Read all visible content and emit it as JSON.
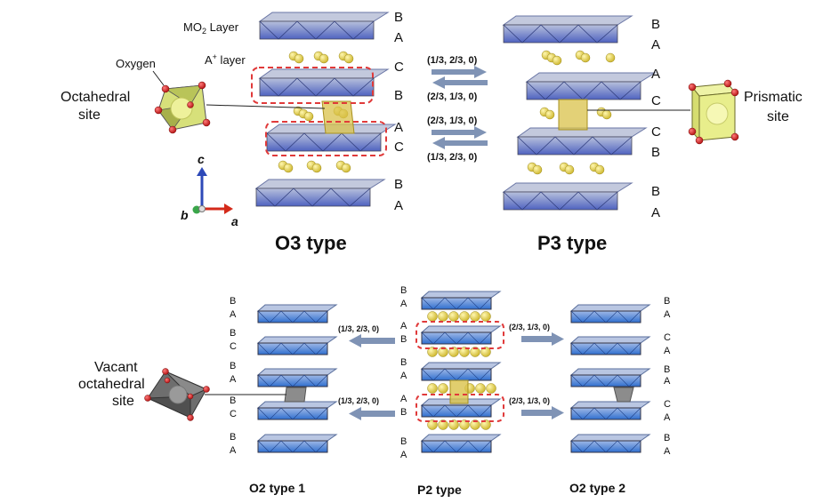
{
  "top": {
    "o3": {
      "title": "O3 type",
      "labels": [
        "B",
        "A",
        "C",
        "B",
        "A",
        "C",
        "B",
        "A"
      ],
      "mo2_label": "MO",
      "mo2_sub": "2",
      "mo2_tail": " Layer",
      "a_label": "A",
      "a_sup": "+",
      "a_tail": " layer",
      "oxygen_label": "Oxygen",
      "site_line1": "Octahedral",
      "site_line2": "site",
      "axes": {
        "c": "c",
        "b": "b",
        "a": "a"
      }
    },
    "p3": {
      "title": "P3 type",
      "labels": [
        "B",
        "A",
        "A",
        "C",
        "C",
        "B",
        "B",
        "A"
      ],
      "site_line1": "Prismatic",
      "site_line2": "site"
    },
    "arrows": [
      "(1/3, 2/3, 0)",
      "(2/3, 1/3, 0)",
      "(2/3, 1/3, 0)",
      "(1/3, 2/3, 0)"
    ]
  },
  "bottom": {
    "o2_1": {
      "title": "O2 type 1",
      "labels": [
        "B",
        "A",
        "B",
        "C",
        "B",
        "A",
        "B",
        "C",
        "B",
        "A"
      ],
      "site_line1": "Vacant",
      "site_line2": "octahedral",
      "site_line3": "site"
    },
    "p2": {
      "title": "P2 type",
      "labels": [
        "B",
        "A",
        "A",
        "B",
        "B",
        "A",
        "A",
        "B",
        "B",
        "A"
      ]
    },
    "o2_2": {
      "title": "O2 type 2",
      "labels": [
        "B",
        "A",
        "C",
        "A",
        "B",
        "A",
        "C",
        "A",
        "B",
        "A"
      ]
    },
    "arrows": [
      "(1/3, 2/3, 0)",
      "(1/3, 2/3, 0)",
      "(2/3, 1/3, 0)",
      "(2/3, 1/3, 0)"
    ]
  },
  "colors": {
    "slab_top": "#9aa6c4",
    "slab_face": "#5b6fc7",
    "slab_face_bottom": "#3f7ad1",
    "ion": "#e3d23a",
    "arrow": "#7f93b5",
    "dash_box": "#e03a3a",
    "prism": "#d9c24a",
    "oxygen": "#d81f1f"
  }
}
